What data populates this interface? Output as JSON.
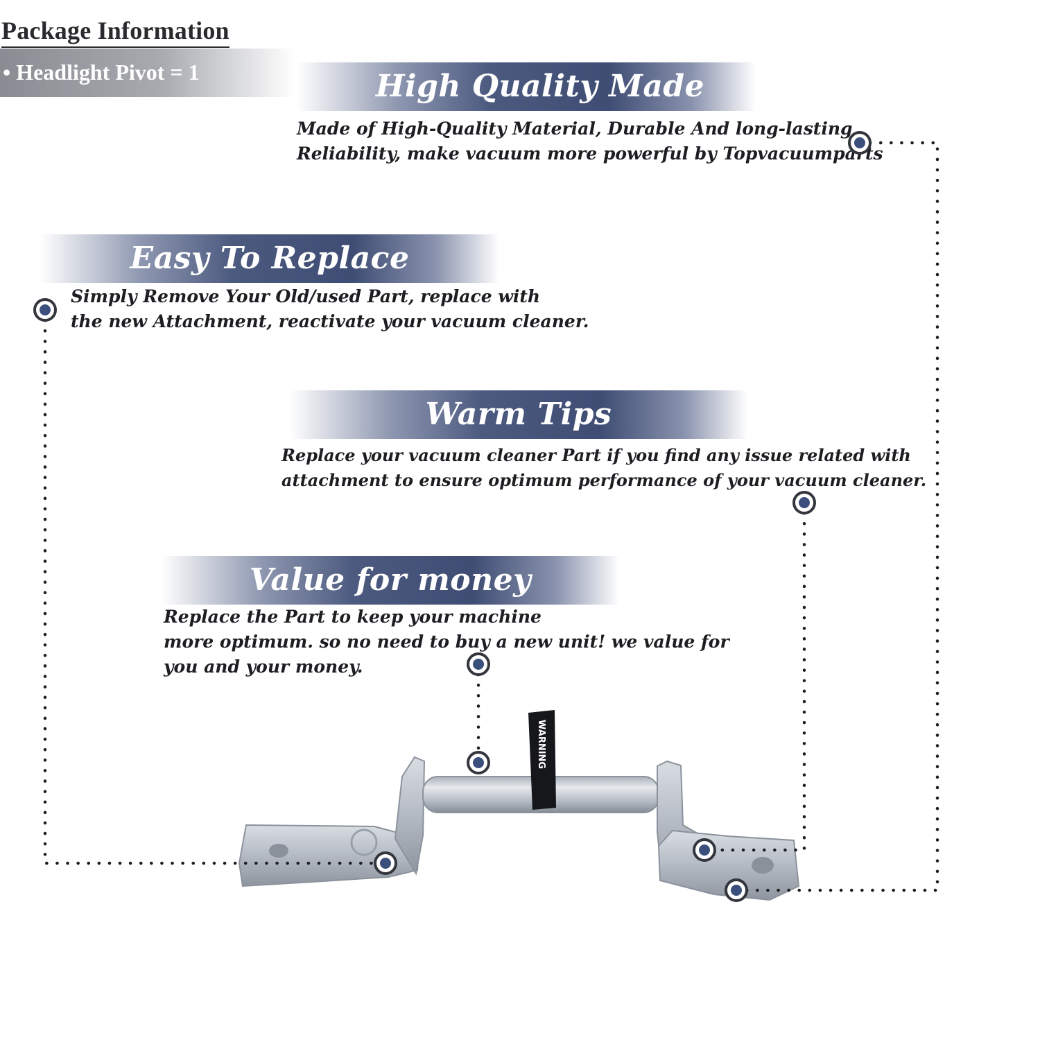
{
  "package": {
    "title": "Package Information",
    "item": "• Headlight Pivot = 1"
  },
  "sections": {
    "quality": {
      "title": "High Quality Made",
      "lines": [
        "Made of  High-Quality Material, Durable And long-lasting",
        "Reliability, make vacuum more powerful by Topvacuumparts"
      ]
    },
    "replace": {
      "title": "Easy To Replace",
      "lines": [
        "Simply Remove Your Old/used Part, replace with",
        "the new Attachment, reactivate your vacuum cleaner."
      ]
    },
    "tips": {
      "title": "Warm Tips",
      "lines": [
        "Replace your vacuum cleaner Part if you find any issue related with",
        " attachment to ensure optimum performance of your vacuum cleaner."
      ]
    },
    "value": {
      "title": "Value for money",
      "lines": [
        "Replace the Part to keep your machine",
        "more optimum. so no need to buy a new unit! we value for",
        "you and your money."
      ]
    }
  },
  "product": {
    "label_text": "WARNING"
  },
  "colors": {
    "band_dark": "#3f4d74",
    "marker_fill": "#3b4f7c",
    "dots": "#1e1e22"
  }
}
